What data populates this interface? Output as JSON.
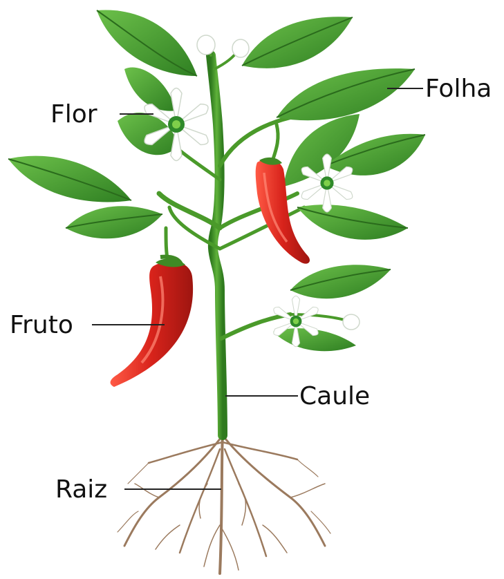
{
  "labels": {
    "folha": "Folha",
    "flor": "Flor",
    "fruto": "Fruto",
    "caule": "Caule",
    "raiz": "Raiz"
  },
  "colors": {
    "leaf": "#3f9a2e",
    "leaf_light": "#6cc04a",
    "stem": "#4a9a2a",
    "fruit": "#d8231b",
    "fruit_highlight": "#ff6a55",
    "flower": "#ffffff",
    "flower_center": "#2f8a2a",
    "root": "#9b7a5e",
    "text": "#111111"
  }
}
